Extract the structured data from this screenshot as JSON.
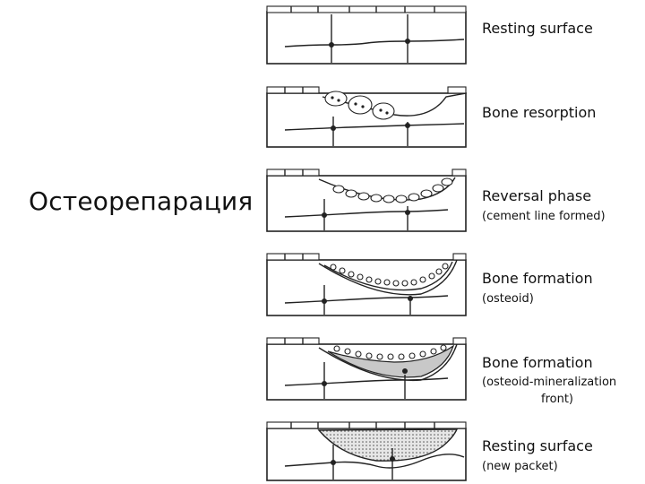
{
  "slide_title": "Остеорепарация",
  "stages": [
    {
      "label": "Resting surface",
      "sublabel": ""
    },
    {
      "label": "Bone resorption",
      "sublabel": ""
    },
    {
      "label": "Reversal phase",
      "sublabel": "(cement line formed)"
    },
    {
      "label": "Bone formation",
      "sublabel": "(osteoid)"
    },
    {
      "label": "Bone formation",
      "sublabel": "(osteoid-mineralization",
      "sublabel2": "front)"
    },
    {
      "label": "Resting surface",
      "sublabel": "(new packet)"
    }
  ]
}
